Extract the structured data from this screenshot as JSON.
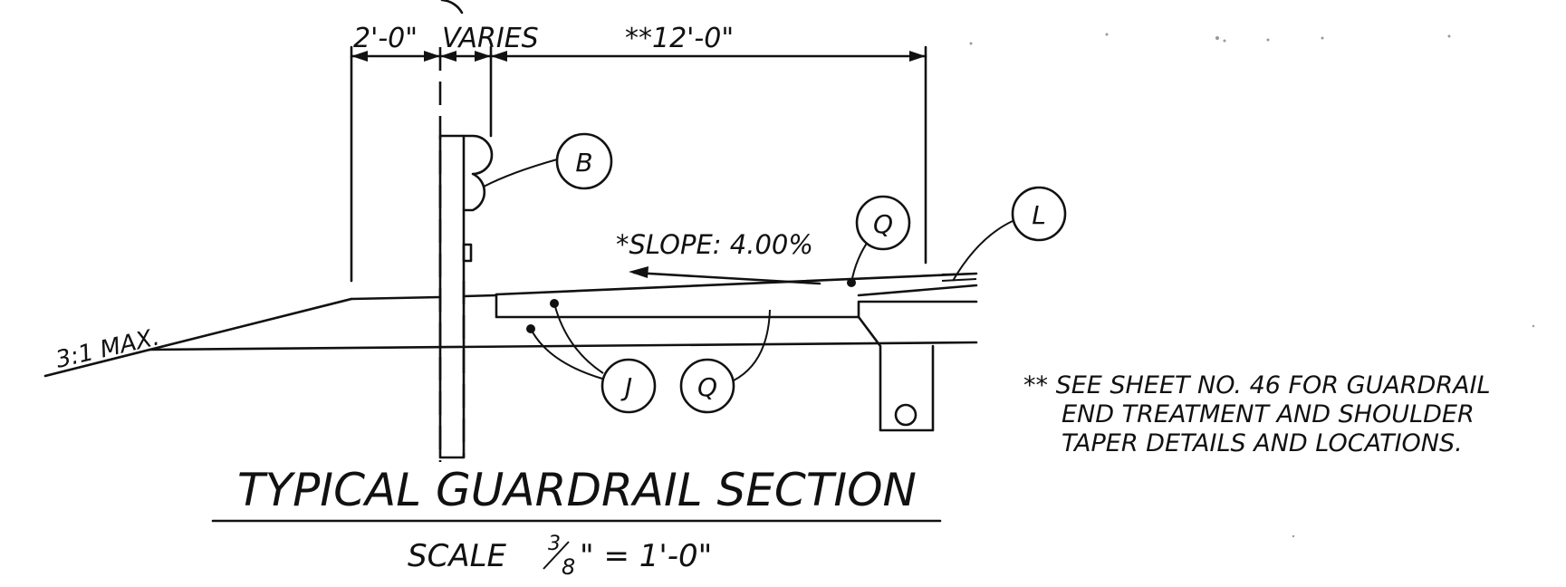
{
  "dimensions": {
    "left": "2'-0\"",
    "varies": "VARIES",
    "right": "**12'-0\""
  },
  "callouts": {
    "b": "B",
    "q_upper": "Q",
    "l": "L",
    "j": "J",
    "q_lower": "Q"
  },
  "slope_label": "*SLOPE:  4.00%",
  "side_slope_label": "3:1 MAX.",
  "note": {
    "lines": [
      "** SEE SHEET NO. 46 FOR GUARDRAIL",
      "END TREATMENT AND SHOULDER",
      "TAPER DETAILS AND LOCATIONS."
    ]
  },
  "title": "TYPICAL GUARDRAIL SECTION",
  "scale": {
    "prefix": "SCALE",
    "numerator": "3",
    "denominator": "8",
    "suffix": "\" = 1'-0\""
  }
}
